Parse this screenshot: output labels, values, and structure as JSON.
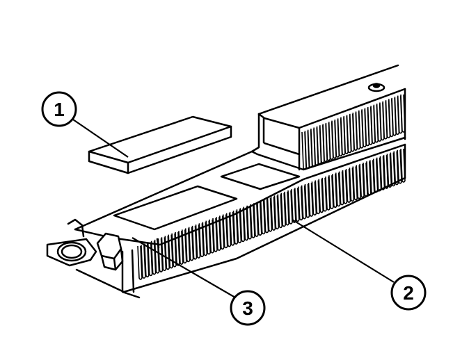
{
  "callouts": [
    {
      "id": "callout-1",
      "label": "1"
    },
    {
      "id": "callout-2",
      "label": "2"
    },
    {
      "id": "callout-3",
      "label": "3"
    }
  ],
  "colors": {
    "stroke": "#000000",
    "fill": "#ffffff"
  }
}
